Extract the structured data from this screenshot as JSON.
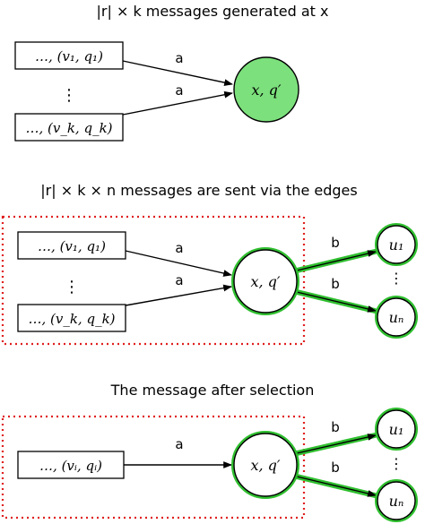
{
  "colors": {
    "node_fill_green": "#7ce07c",
    "node_glow_green": "#2fbf2f",
    "selection_border_red": "#e02020",
    "stroke": "#000000",
    "background": "#ffffff"
  },
  "panel1": {
    "title": "|r| × k messages generated at x",
    "msg_top": "…, (v₁, q₁)",
    "msg_bottom": "…, (v_k, q_k)",
    "dots": "⋮",
    "edge_label_a_top": "a",
    "edge_label_a_bottom": "a",
    "node_label": "x, q′"
  },
  "panel2": {
    "title": "|r| × k × n messages are sent via the edges",
    "msg_top": "…, (v₁, q₁)",
    "msg_bottom": "…, (v_k, q_k)",
    "dots_left": "⋮",
    "edge_label_a_top": "a",
    "edge_label_a_bottom": "a",
    "node_label": "x, q′",
    "edge_label_b_top": "b",
    "edge_label_b_bottom": "b",
    "u_top": "u₁",
    "u_bottom": "uₙ",
    "dots_right": "⋮"
  },
  "panel3": {
    "title": "The message after selection",
    "msg": "…, (vᵢ, qᵢ)",
    "edge_label_a": "a",
    "node_label": "x, q′",
    "edge_label_b_top": "b",
    "edge_label_b_bottom": "b",
    "u_top": "u₁",
    "u_bottom": "uₙ",
    "dots_right": "⋮"
  }
}
